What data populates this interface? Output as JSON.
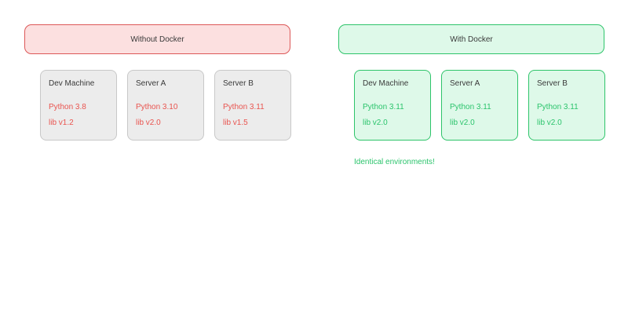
{
  "colors": {
    "red_border": "#DC5858",
    "red_fill": "#FCE0E0",
    "red_text": "#E9544F",
    "green_border": "#2EC46A",
    "green_fill": "#DEF9E9",
    "green_text": "#2BC46C",
    "gray_fill": "#ECECEC",
    "gray_border": "#C8C8C8",
    "title_text": "#3A3A3A"
  },
  "without_docker": {
    "header": "Without Docker",
    "machines": [
      {
        "name": "Dev Machine",
        "python": "Python 3.8",
        "lib": "lib v1.2"
      },
      {
        "name": "Server A",
        "python": "Python 3.10",
        "lib": "lib v2.0"
      },
      {
        "name": "Server B",
        "python": "Python 3.11",
        "lib": "lib v1.5"
      }
    ]
  },
  "with_docker": {
    "header": "With Docker",
    "machines": [
      {
        "name": "Dev Machine",
        "python": "Python 3.11",
        "lib": "lib v2.0"
      },
      {
        "name": "Server A",
        "python": "Python 3.11",
        "lib": "lib v2.0"
      },
      {
        "name": "Server B",
        "python": "Python 3.11",
        "lib": "lib v2.0"
      }
    ],
    "caption": "Identical environments!"
  }
}
